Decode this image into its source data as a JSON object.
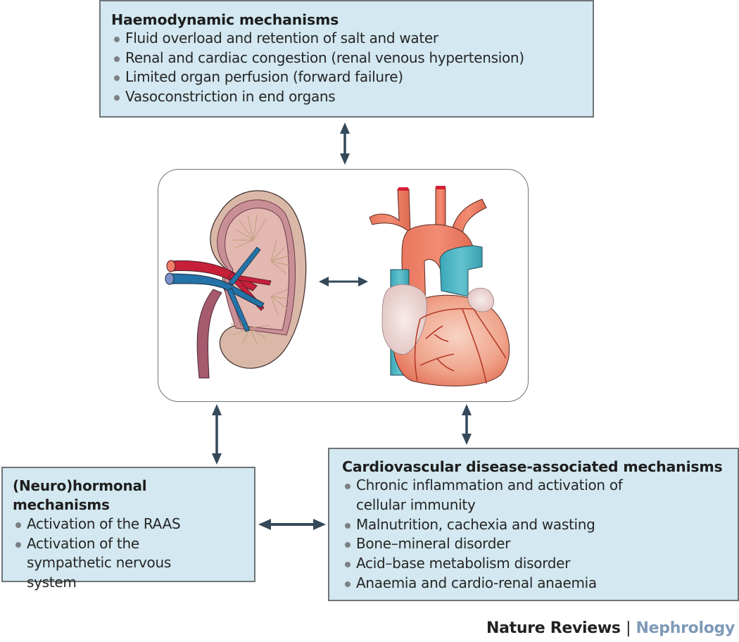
{
  "colors": {
    "box_fill": "#d3e8f0",
    "box_border": "#6e7478",
    "arrow": "#34495a",
    "brand_dark": "#222222",
    "brand_accent": "#7f9ab8"
  },
  "haemodynamic": {
    "title": "Haemodynamic mechanisms",
    "items": [
      "Fluid overload and retention of salt and water",
      "Renal and cardiac congestion (renal venous hypertension)",
      "Limited organ perfusion (forward failure)",
      "Vasoconstriction in end organs"
    ]
  },
  "neurohormonal": {
    "title": "(Neuro)hormonal mechanisms",
    "items": [
      "Activation of the RAAS",
      "Activation of the sympathetic nervous system"
    ]
  },
  "cardiovascular": {
    "title": "Cardiovascular disease-associated mechanisms",
    "items": [
      "Chronic inflammation and activation of cellular immunity",
      "Malnutrition, cachexia and wasting",
      "Bone–mineral disorder",
      "Acid–base metabolism disorder",
      "Anaemia and cardio-renal anaemia"
    ]
  },
  "illustration": {
    "organs": [
      "kidney",
      "heart"
    ]
  },
  "footer": {
    "journal": "Nature Reviews",
    "separator": "|",
    "subjournal": "Nephrology"
  }
}
